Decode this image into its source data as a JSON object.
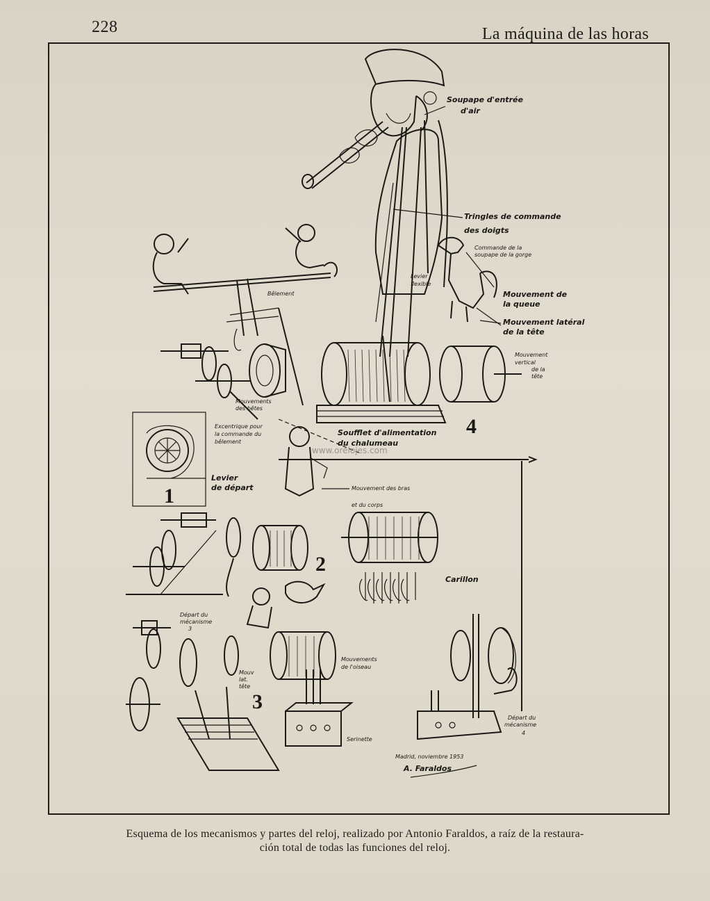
{
  "header": {
    "page_number": "228",
    "running_title": "La máquina de las horas"
  },
  "figure": {
    "labels": {
      "soupape": [
        "Soupape d'entrée",
        "d'air"
      ],
      "tringles": [
        "Tringles de commande",
        "des doigts"
      ],
      "commande_gorge": [
        "Commande de la",
        "soupape de la gorge"
      ],
      "levier_flexible": [
        "Levier",
        "flexible"
      ],
      "belement": "Bêlement",
      "mouvement_queue": [
        "Mouvement de",
        "la queue"
      ],
      "mouvement_lateral": [
        "Mouvement latéral",
        "de la tête"
      ],
      "mouvement_vertical": [
        "Mouvement",
        "vertical",
        "de la",
        "tête"
      ],
      "mouvements_betes": [
        "Mouvements",
        "des bêtes"
      ],
      "excentrique": [
        "Excentrique pour",
        "la commande du",
        "bêlement"
      ],
      "soufflet": [
        "Soufflet d'alimentation",
        "du chalumeau"
      ],
      "levier_depart": [
        "Levier",
        "de départ"
      ],
      "mouvement_bras": [
        "Mouvement des bras",
        "et du corps"
      ],
      "carillon": "Carillon",
      "depart_mecanisme_3": [
        "Départ du",
        "mécanisme",
        "3"
      ],
      "mouvements_oiseau": [
        "Mouvements",
        "de l'oiseau"
      ],
      "mouv_lat_tete": [
        "Mouv",
        "lat.",
        "tête"
      ],
      "serinette": "Serinette",
      "depart_mecanisme_4": [
        "Départ du",
        "mécanisme",
        "4"
      ],
      "signature_date": "Madrid, noviembre 1953",
      "signature": "A. Faraldos",
      "watermark": "www.orelojes.com"
    },
    "section_numbers": [
      "1",
      "2",
      "3",
      "4"
    ]
  },
  "caption": {
    "line1": "Esquema de los mecanismos y partes del reloj, realizado por Antonio Faraldos, a raíz de la restaura-",
    "line2": "ción total de todas las funciones del reloj."
  }
}
